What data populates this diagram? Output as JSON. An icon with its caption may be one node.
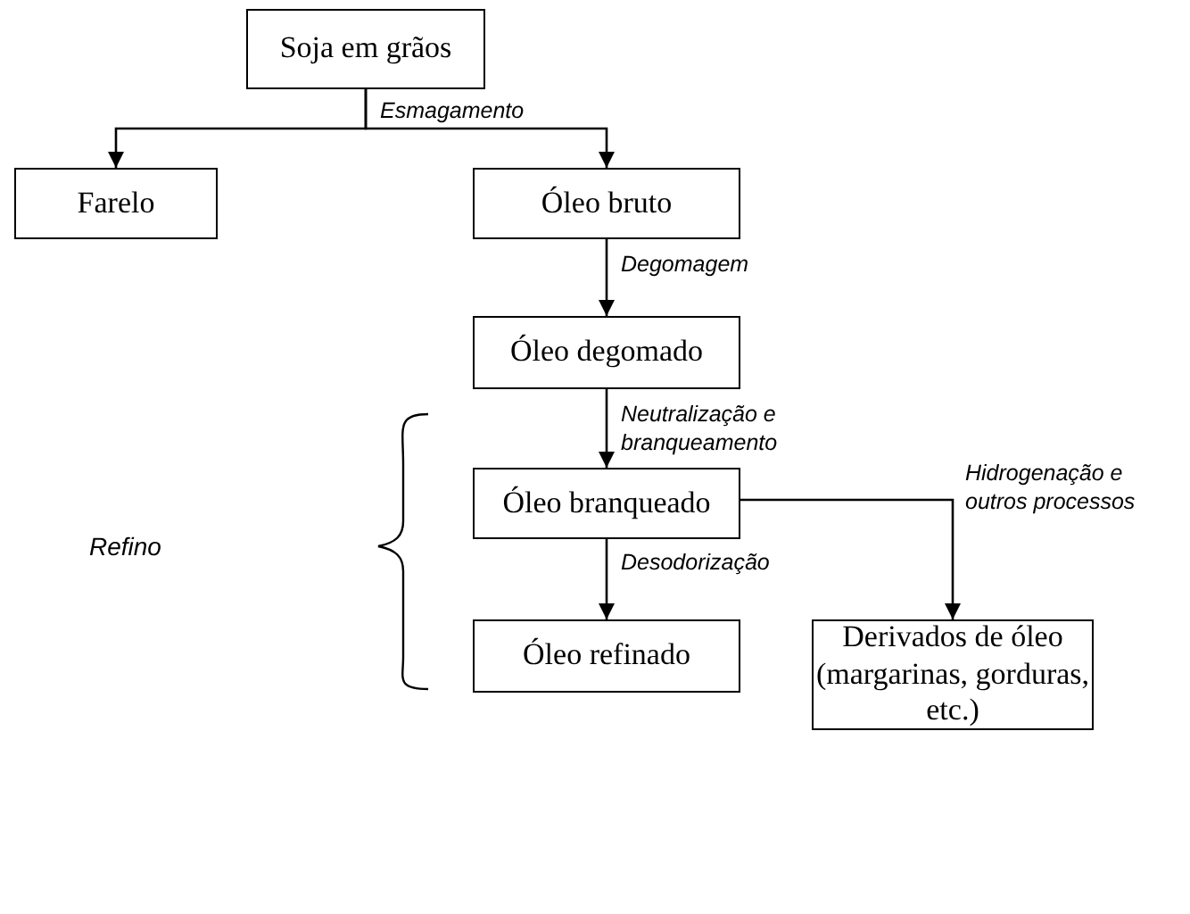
{
  "diagram": {
    "nodes": [
      {
        "text": [
          "Soja em grãos"
        ]
      },
      {
        "text": [
          "Farelo"
        ]
      },
      {
        "text": [
          "Óleo bruto"
        ]
      },
      {
        "text": [
          "Óleo degomado"
        ]
      },
      {
        "text": [
          "Óleo branqueado"
        ]
      },
      {
        "text": [
          "Óleo refinado"
        ]
      },
      {
        "text": [
          "Derivados de óleo (margarinas, gorduras, etc.)"
        ]
      }
    ],
    "edges": [
      {
        "from": 0,
        "to": 1,
        "arrow": "to",
        "label": "Esmagamento"
      },
      {
        "from": 0,
        "to": 2,
        "arrow": "to"
      },
      {
        "from": 2,
        "to": 3,
        "arrow": "to",
        "label": "Degomagem"
      },
      {
        "from": 3,
        "to": 4,
        "arrow": "to",
        "label": "Neutralização e branqueamento"
      },
      {
        "from": 4,
        "to": 5,
        "arrow": "to",
        "label": "Desodorização"
      },
      {
        "from": 4,
        "to": 6,
        "arrow": "to",
        "label": "Hidrogenação e outros processos"
      }
    ],
    "labels": [
      "Refino"
    ]
  }
}
